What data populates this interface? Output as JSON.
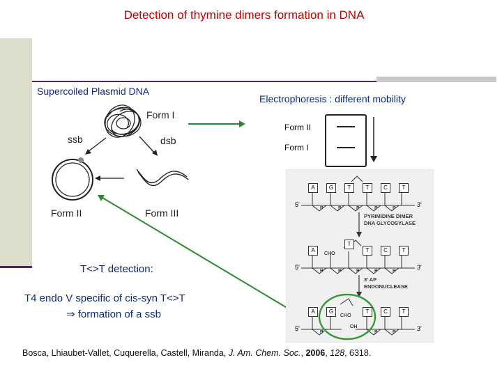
{
  "title": "Detection of thymine dimers formation in DNA",
  "left_panel": {
    "supercoiled_label": "Supercoiled Plasmid DNA",
    "form_i_label": "Form  I",
    "ssb_label": "ssb",
    "dsb_label": "dsb",
    "form_ii_label": "Form II",
    "form_iii_label": "Form III"
  },
  "electrophoresis": {
    "heading": "Electrophoresis : different mobility",
    "form_ii_label": "Form II",
    "form_i_label": "Form I"
  },
  "mechanism": {
    "bases_row": [
      "A",
      "G",
      "T",
      "T",
      "C",
      "T"
    ],
    "five_prime": "5'",
    "three_prime": "3'",
    "phosphate": "P",
    "step1_label_line1": "PYRIMIDINE DIMER",
    "step1_label_line2": "DNA GLYCOSYLASE",
    "cho_label": "CHO",
    "step2_label_line1": "3' AP",
    "step2_label_line2": "ENDONUCLEASE",
    "oh_label": "OH"
  },
  "detection": {
    "heading": "T<>T detection:",
    "line1": "T4 endo V specific of cis-syn T<>T",
    "line2": "⇒ formation of a ssb"
  },
  "citation": {
    "authors": "Bosca, Lhiaubet-Vallet, Cuquerella, Castell,  Miranda, ",
    "journal": "J. Am. Chem. Soc.",
    "sep1": ", ",
    "year": "2006",
    "sep2": ", ",
    "volume": "128",
    "pages": ", 6318."
  },
  "colors": {
    "title": "#c00000",
    "text_blue": "#0a2a80",
    "arrow_green": "#2a8a2a",
    "circle_green": "#3a9a3a",
    "accent_line": "#4b2a5a"
  }
}
